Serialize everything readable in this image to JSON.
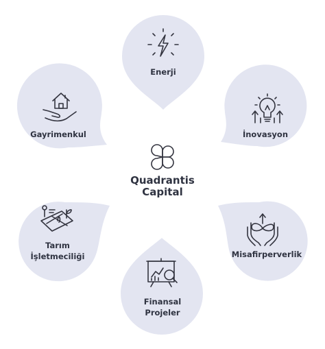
{
  "center": {
    "line1": "Quadrantis",
    "line2": "Capital",
    "icon": "four-petal-logo-icon"
  },
  "sectors": [
    {
      "id": "enerji",
      "label_lines": [
        "Enerji"
      ],
      "icon": "lightning-bolt-icon"
    },
    {
      "id": "inovasyon",
      "label_lines": [
        "İnovasyon"
      ],
      "icon": "lightbulb-growth-icon"
    },
    {
      "id": "misafirperverlik",
      "label_lines": [
        "Misafirperverlik"
      ],
      "icon": "hands-infinity-icon"
    },
    {
      "id": "finansal-projeler",
      "label_lines": [
        "Finansal",
        "Projeler"
      ],
      "icon": "chart-presentation-magnifier-icon"
    },
    {
      "id": "tarim-isletmeciligi",
      "label_lines": [
        "Tarım",
        "İşletmeciliği"
      ],
      "icon": "sprout-field-icon"
    },
    {
      "id": "gayrimenkul",
      "label_lines": [
        "Gayrimenkul"
      ],
      "icon": "house-in-hand-icon"
    }
  ],
  "colors": {
    "petal_fill": "#e3e5f1",
    "text": "#2f3341",
    "icon_stroke": "#33343f"
  }
}
